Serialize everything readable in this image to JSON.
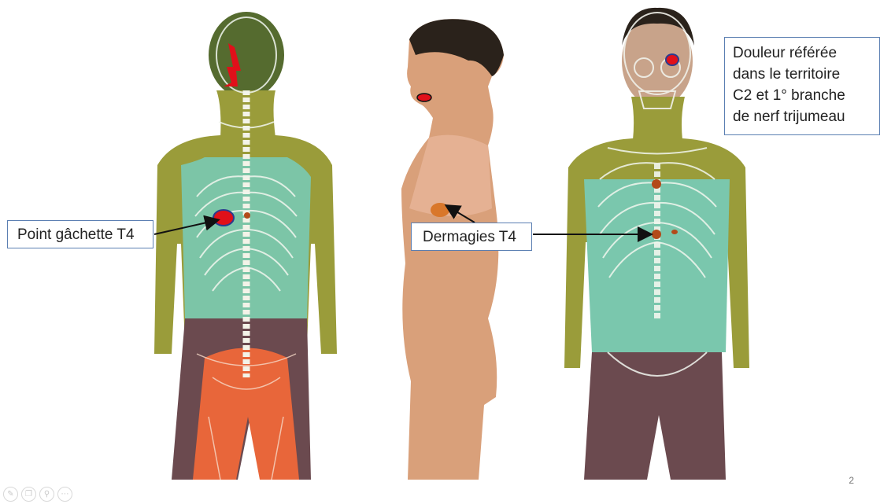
{
  "slide": {
    "page_number": "2"
  },
  "callouts": {
    "trigger_point": "Point gâchette T4",
    "dermalgias": "Dermagies T4",
    "referred_pain": [
      "Douleur référée",
      "dans le territoire",
      "C2 et 1° branche",
      "de nerf trijumeau"
    ]
  },
  "zone_colors": {
    "c2_head": "#556b2f",
    "cervical_upper_limb": "#9a9c3a",
    "thoracic": "#7ac7ad",
    "lumbar": "#6b4a4f",
    "sacral": "#e8663a",
    "skin": "#d9a07a",
    "markers_red": "#e0101a",
    "markers_brown": "#b34a1a",
    "markers_orange": "#d9772a",
    "callout_border": "#5b7fb2"
  },
  "toolbar": {
    "icons": [
      "pen-icon",
      "copy-icon",
      "zoom-icon",
      "more-icon"
    ]
  }
}
